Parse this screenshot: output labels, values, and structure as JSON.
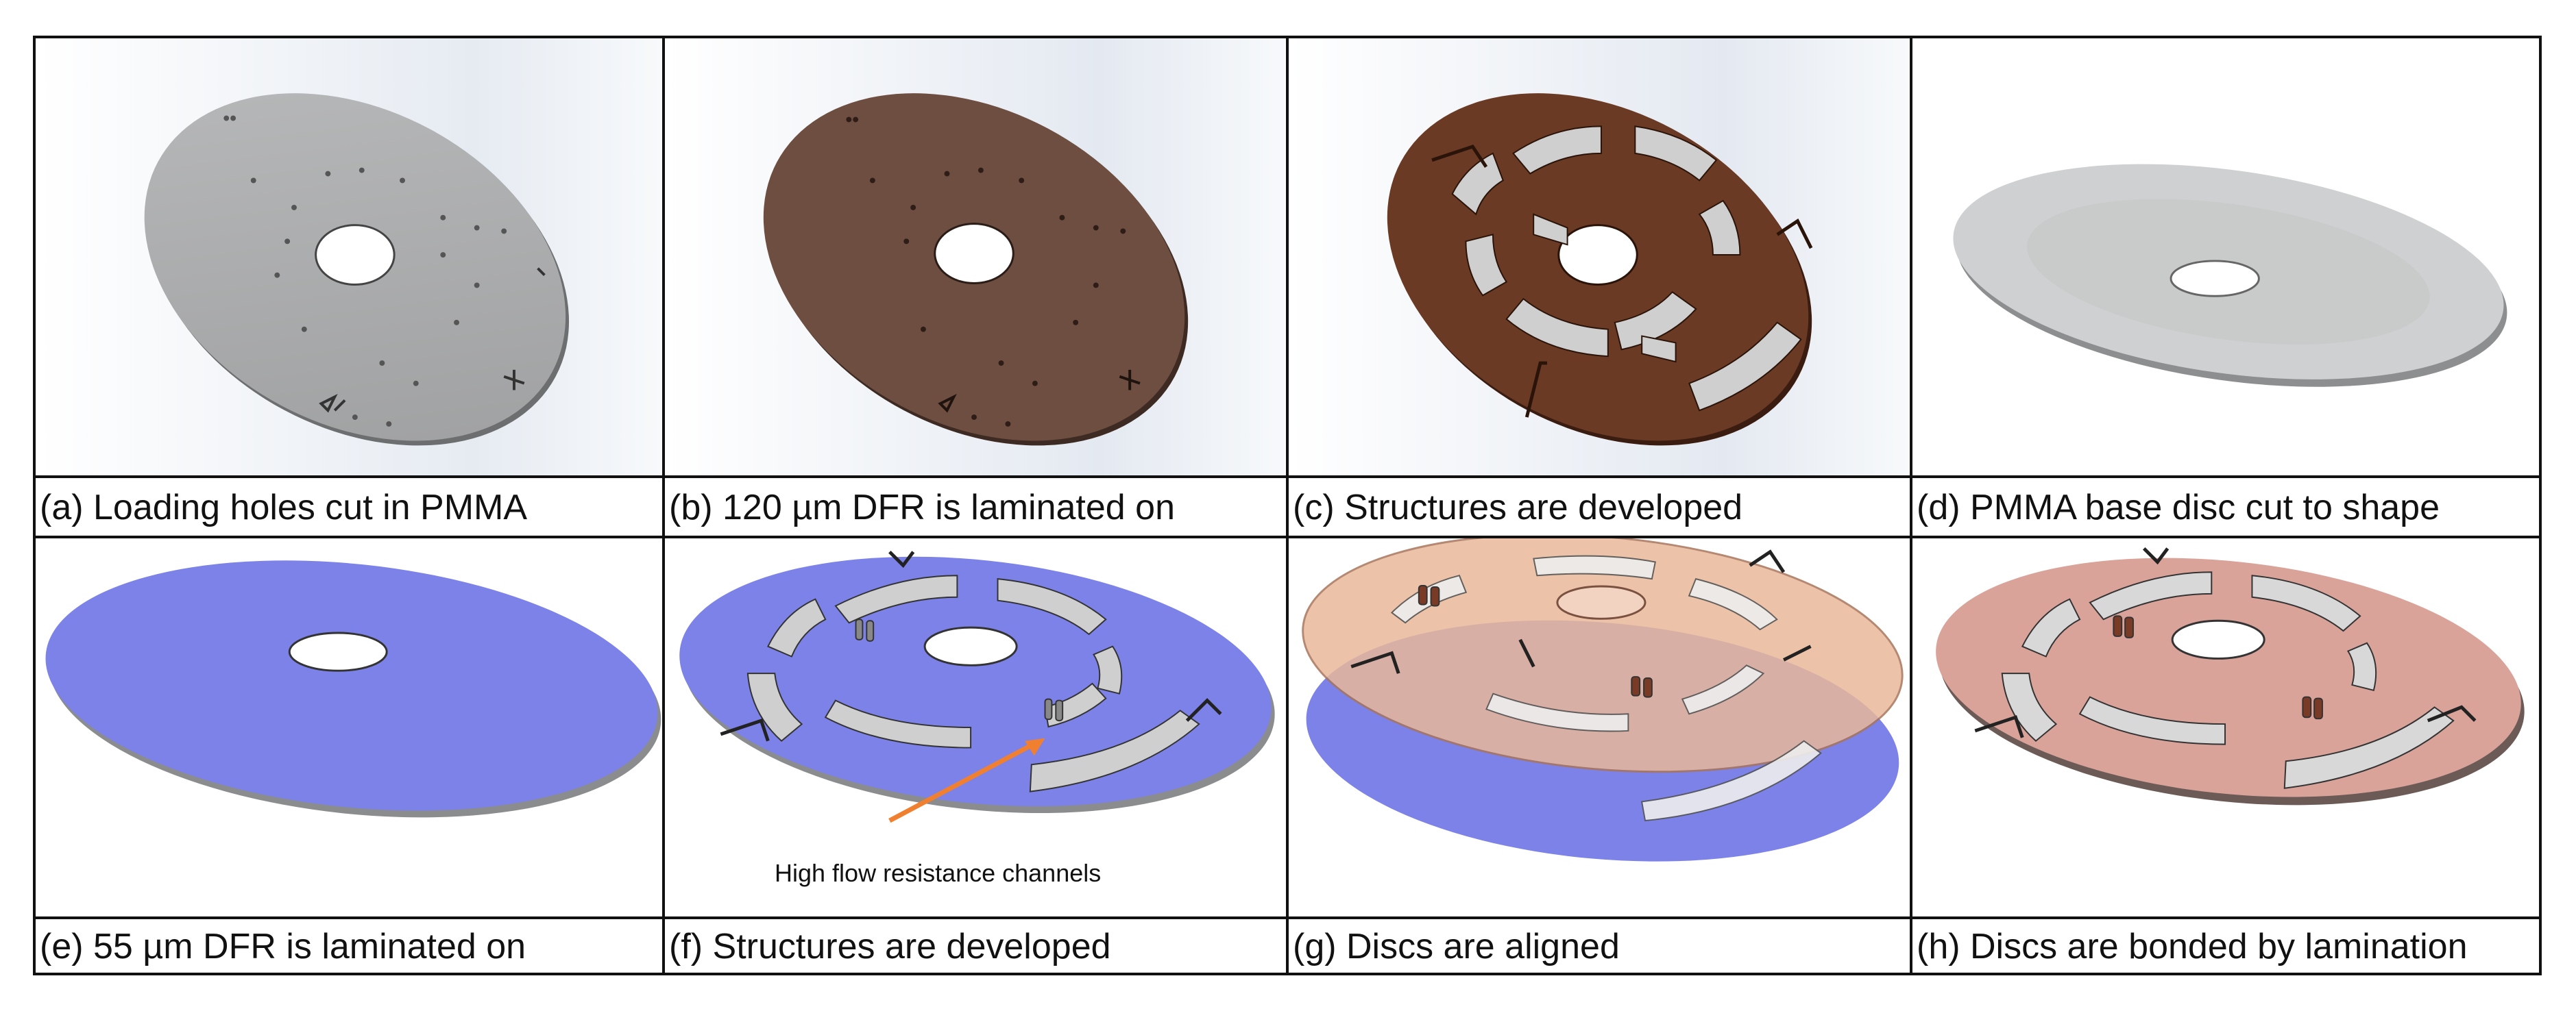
{
  "panels": [
    {
      "caption": "(a) Loading holes cut in PMMA"
    },
    {
      "caption": "(b) 120 µm DFR is laminated on"
    },
    {
      "caption": "(c) Structures are developed"
    },
    {
      "caption": "(d) PMMA base disc cut to shape"
    },
    {
      "caption": "(e) 55 µm DFR is laminated on"
    },
    {
      "caption": "(f) Structures are developed",
      "annotation": "High flow resistance channels"
    },
    {
      "caption": "(g) Discs are aligned"
    },
    {
      "caption": "(h) Discs are bonded by lamination"
    }
  ],
  "colors": {
    "pmma_gray": "#a9aaab",
    "dfr_brown_light": "#6e4e41",
    "dfr_brown_dark": "#6a3a24",
    "dfr_blue": "#7c82e8",
    "arrow_orange": "#f08030",
    "pink_top": "#d9a39a"
  }
}
